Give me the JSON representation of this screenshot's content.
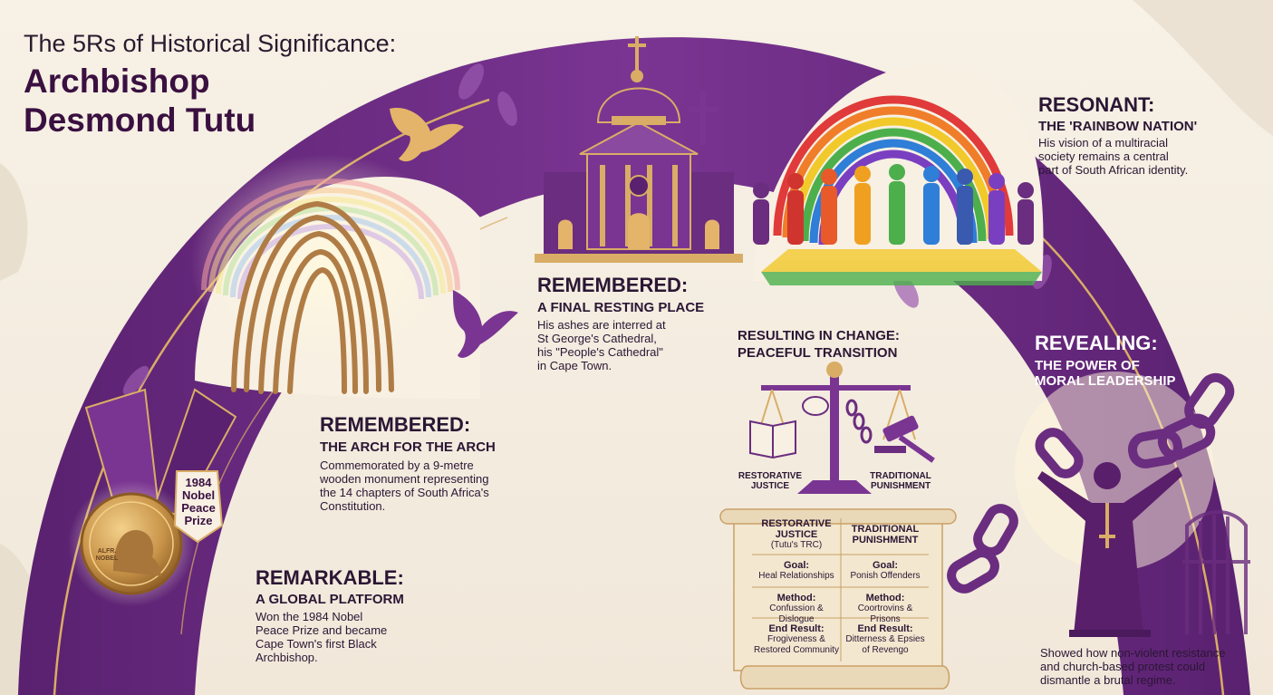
{
  "title": {
    "line1": "The 5Rs of Historical Significance:",
    "line2a": "Archbishop",
    "line2b": "Desmond Tutu"
  },
  "remarkable": {
    "heading": "REMARKABLE:",
    "subheading": "A GLOBAL PLATFORM",
    "body": [
      "Won the 1984 Nobel",
      "Peace Prize and became",
      "Cape Town's first Black",
      "Archbishop."
    ],
    "medal_label": [
      "1984",
      "Nobel",
      "Peace",
      "Prize"
    ],
    "medal_inscription": [
      "ALFR.",
      "NOBEL"
    ]
  },
  "arch": {
    "heading": "REMEMBERED:",
    "subheading": "THE ARCH FOR THE ARCH",
    "body": [
      "Commemorated by a 9-metre",
      "wooden monument representing",
      "the 14 chapters of South Africa's",
      "Constitution."
    ]
  },
  "resting": {
    "heading": "REMEMBERED:",
    "subheading": "A FINAL RESTING PLACE",
    "body": [
      "His ashes are interred at",
      "St George's Cathedral,",
      "his \"People's Cathedral\"",
      "in Cape Town."
    ]
  },
  "change": {
    "heading": "RESULTING IN CHANGE:",
    "subheading": "PEACEFUL TRANSITION",
    "scale_left": [
      "RESTORATIVE",
      "JUSTICE"
    ],
    "scale_right": [
      "TRADITIONAL",
      "PUNISHMENT"
    ],
    "table": {
      "left_head": [
        "RESTORATIVE",
        "JUSTICE",
        "(Tutu's TRC)"
      ],
      "right_head": [
        "TRADITIONAL",
        "PUNISHMENT"
      ],
      "rows": [
        {
          "label": "Goal:",
          "left": [
            "Heal Relationships"
          ],
          "right": [
            "Ponish Offenders"
          ]
        },
        {
          "label": "Method:",
          "left": [
            "Confussion & Dislogue"
          ],
          "right": [
            "Coortrovins & Prisons"
          ]
        },
        {
          "label": "End Result:",
          "left": [
            "Frogiveness &",
            "Restored Community"
          ],
          "right": [
            "Ditterness & Epsies",
            "of Revengo"
          ]
        }
      ]
    }
  },
  "resonant": {
    "heading": "RESONANT:",
    "subheading": "THE 'RAINBOW NATION'",
    "body": [
      "His vision of a multiracial",
      "society remains a central",
      "part of South African identity."
    ]
  },
  "revealing": {
    "heading": "REVEALING:",
    "subheading": [
      "THE POWER OF",
      "MORAL LEADERSHIP"
    ],
    "body": [
      "Showed how non-violent resistance",
      "and church-based protest could",
      "dismantle a brutal regime."
    ]
  },
  "colors": {
    "purple_dark": "#4a1a5c",
    "purple": "#6b2d7f",
    "purple_light": "#9b5bb0",
    "gold": "#c9954a",
    "cream": "#f4ede1"
  }
}
